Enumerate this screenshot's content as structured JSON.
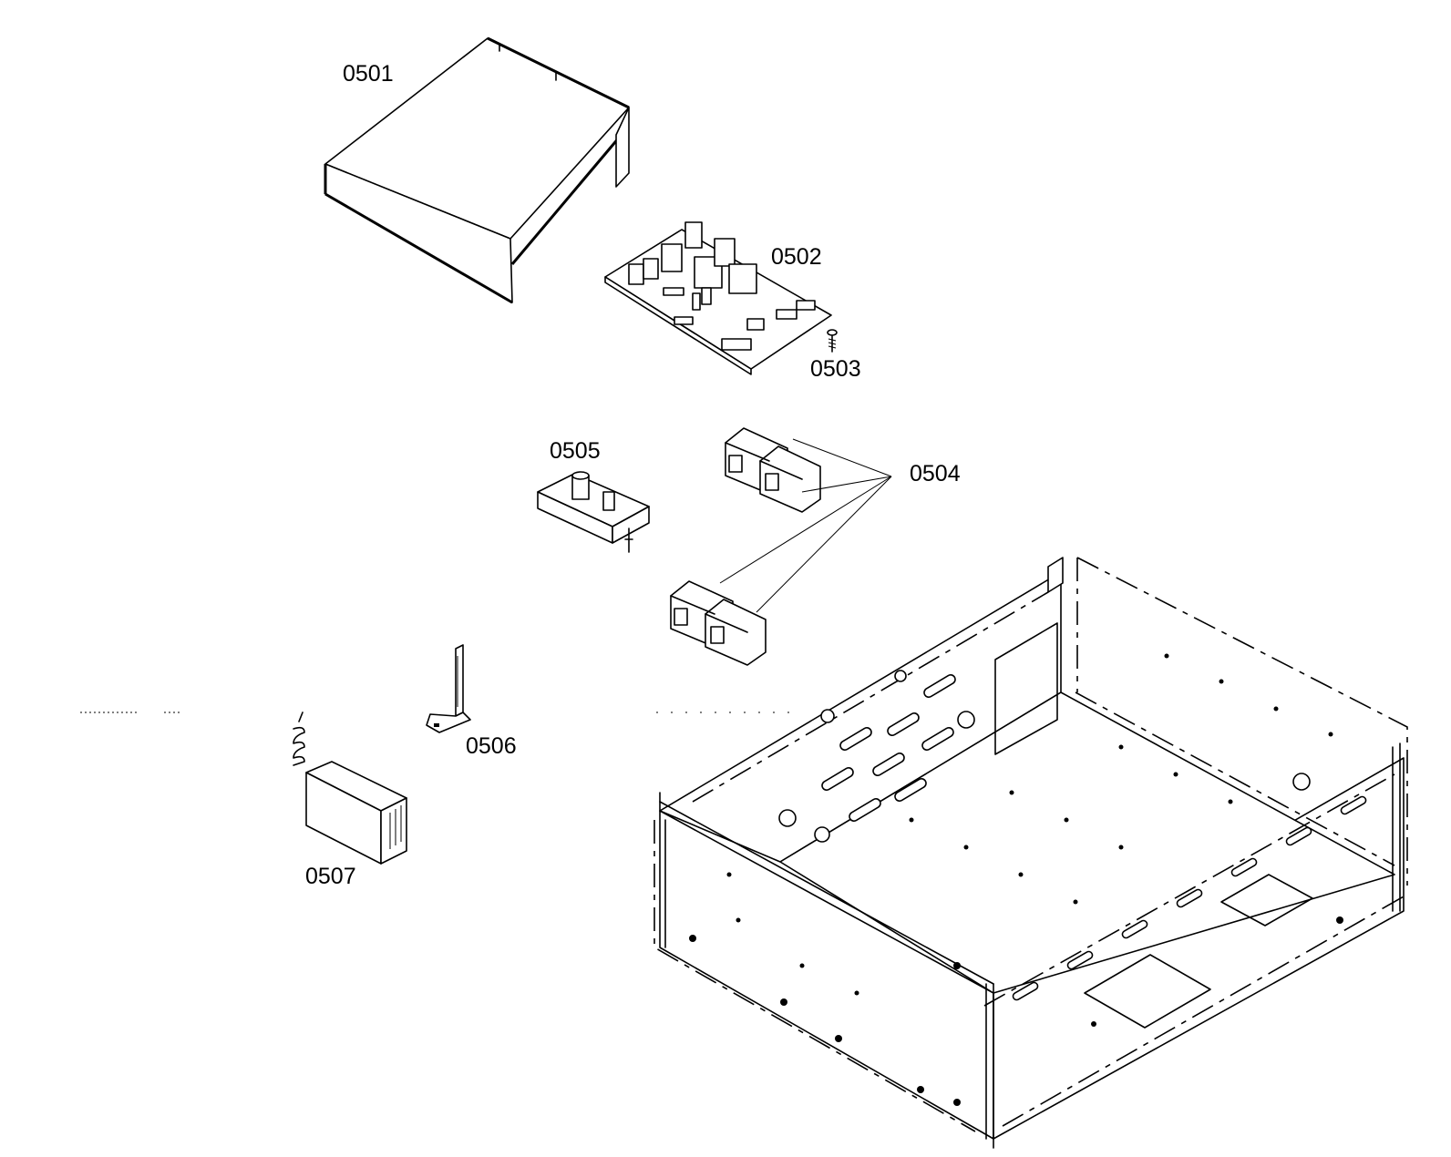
{
  "parts": [
    {
      "id": "cover",
      "label": "0501"
    },
    {
      "id": "control-board",
      "label": "0502"
    },
    {
      "id": "screw",
      "label": "0503"
    },
    {
      "id": "relays",
      "label": "0504"
    },
    {
      "id": "spark-module",
      "label": "0505"
    },
    {
      "id": "bracket",
      "label": "0506"
    },
    {
      "id": "power-module",
      "label": "0507"
    }
  ]
}
